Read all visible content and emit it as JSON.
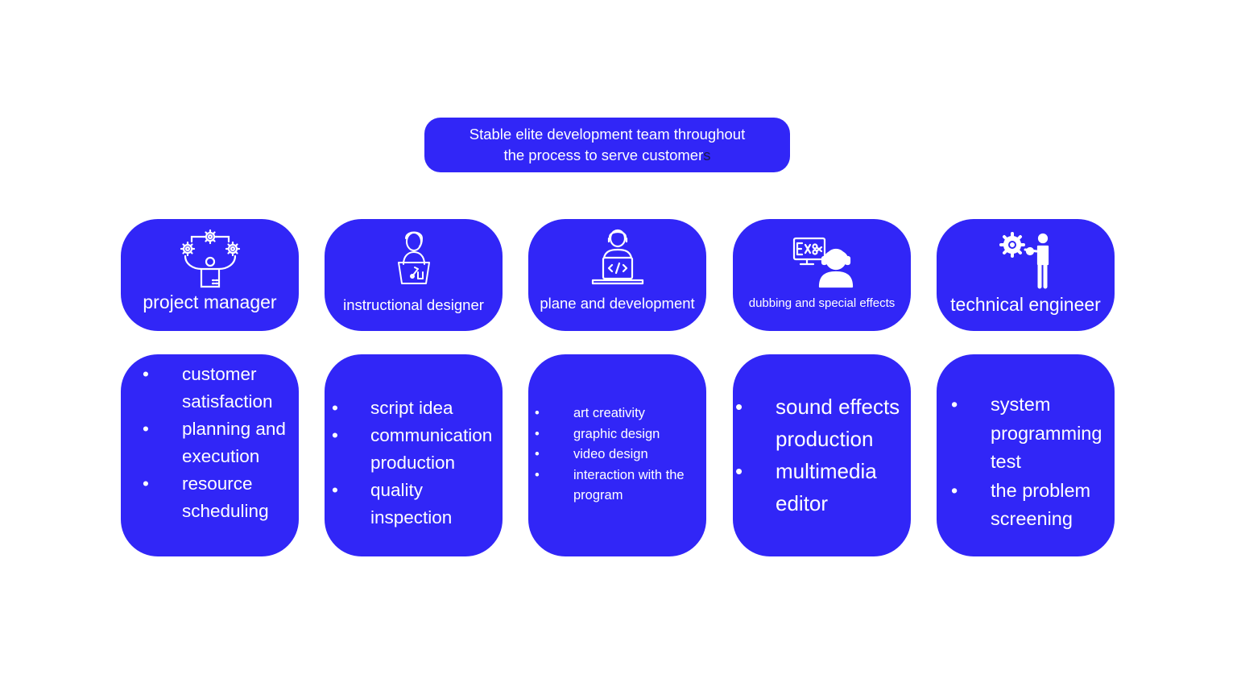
{
  "header": {
    "line1": "Stable elite development team throughout",
    "line2_main": "the process to serve customer",
    "line2_tail": "s"
  },
  "colors": {
    "box": "#3126f7",
    "text": "#ffffff",
    "title_tail": "#1a1a4a"
  },
  "roles": [
    {
      "label": "project manager",
      "icon": "juggling-gears-person-icon",
      "duties": [
        "customer satisfaction",
        "planning and execution",
        "resource scheduling"
      ]
    },
    {
      "label": "instructional designer",
      "icon": "person-laptop-design-icon",
      "duties": [
        "script idea",
        "communication production",
        "quality inspection"
      ]
    },
    {
      "label": "plane and development",
      "icon": "developer-laptop-code-icon",
      "duties": [
        "art creativity",
        "graphic design",
        "video design",
        "interaction with the program"
      ]
    },
    {
      "label": "dubbing and special effects",
      "icon": "headset-video-editor-icon",
      "duties": [
        "sound effects production",
        "multimedia editor"
      ]
    },
    {
      "label": "technical engineer",
      "icon": "engineer-gear-icon",
      "duties": [
        "system programming test",
        "the problem screening"
      ]
    }
  ],
  "bullet": "•"
}
